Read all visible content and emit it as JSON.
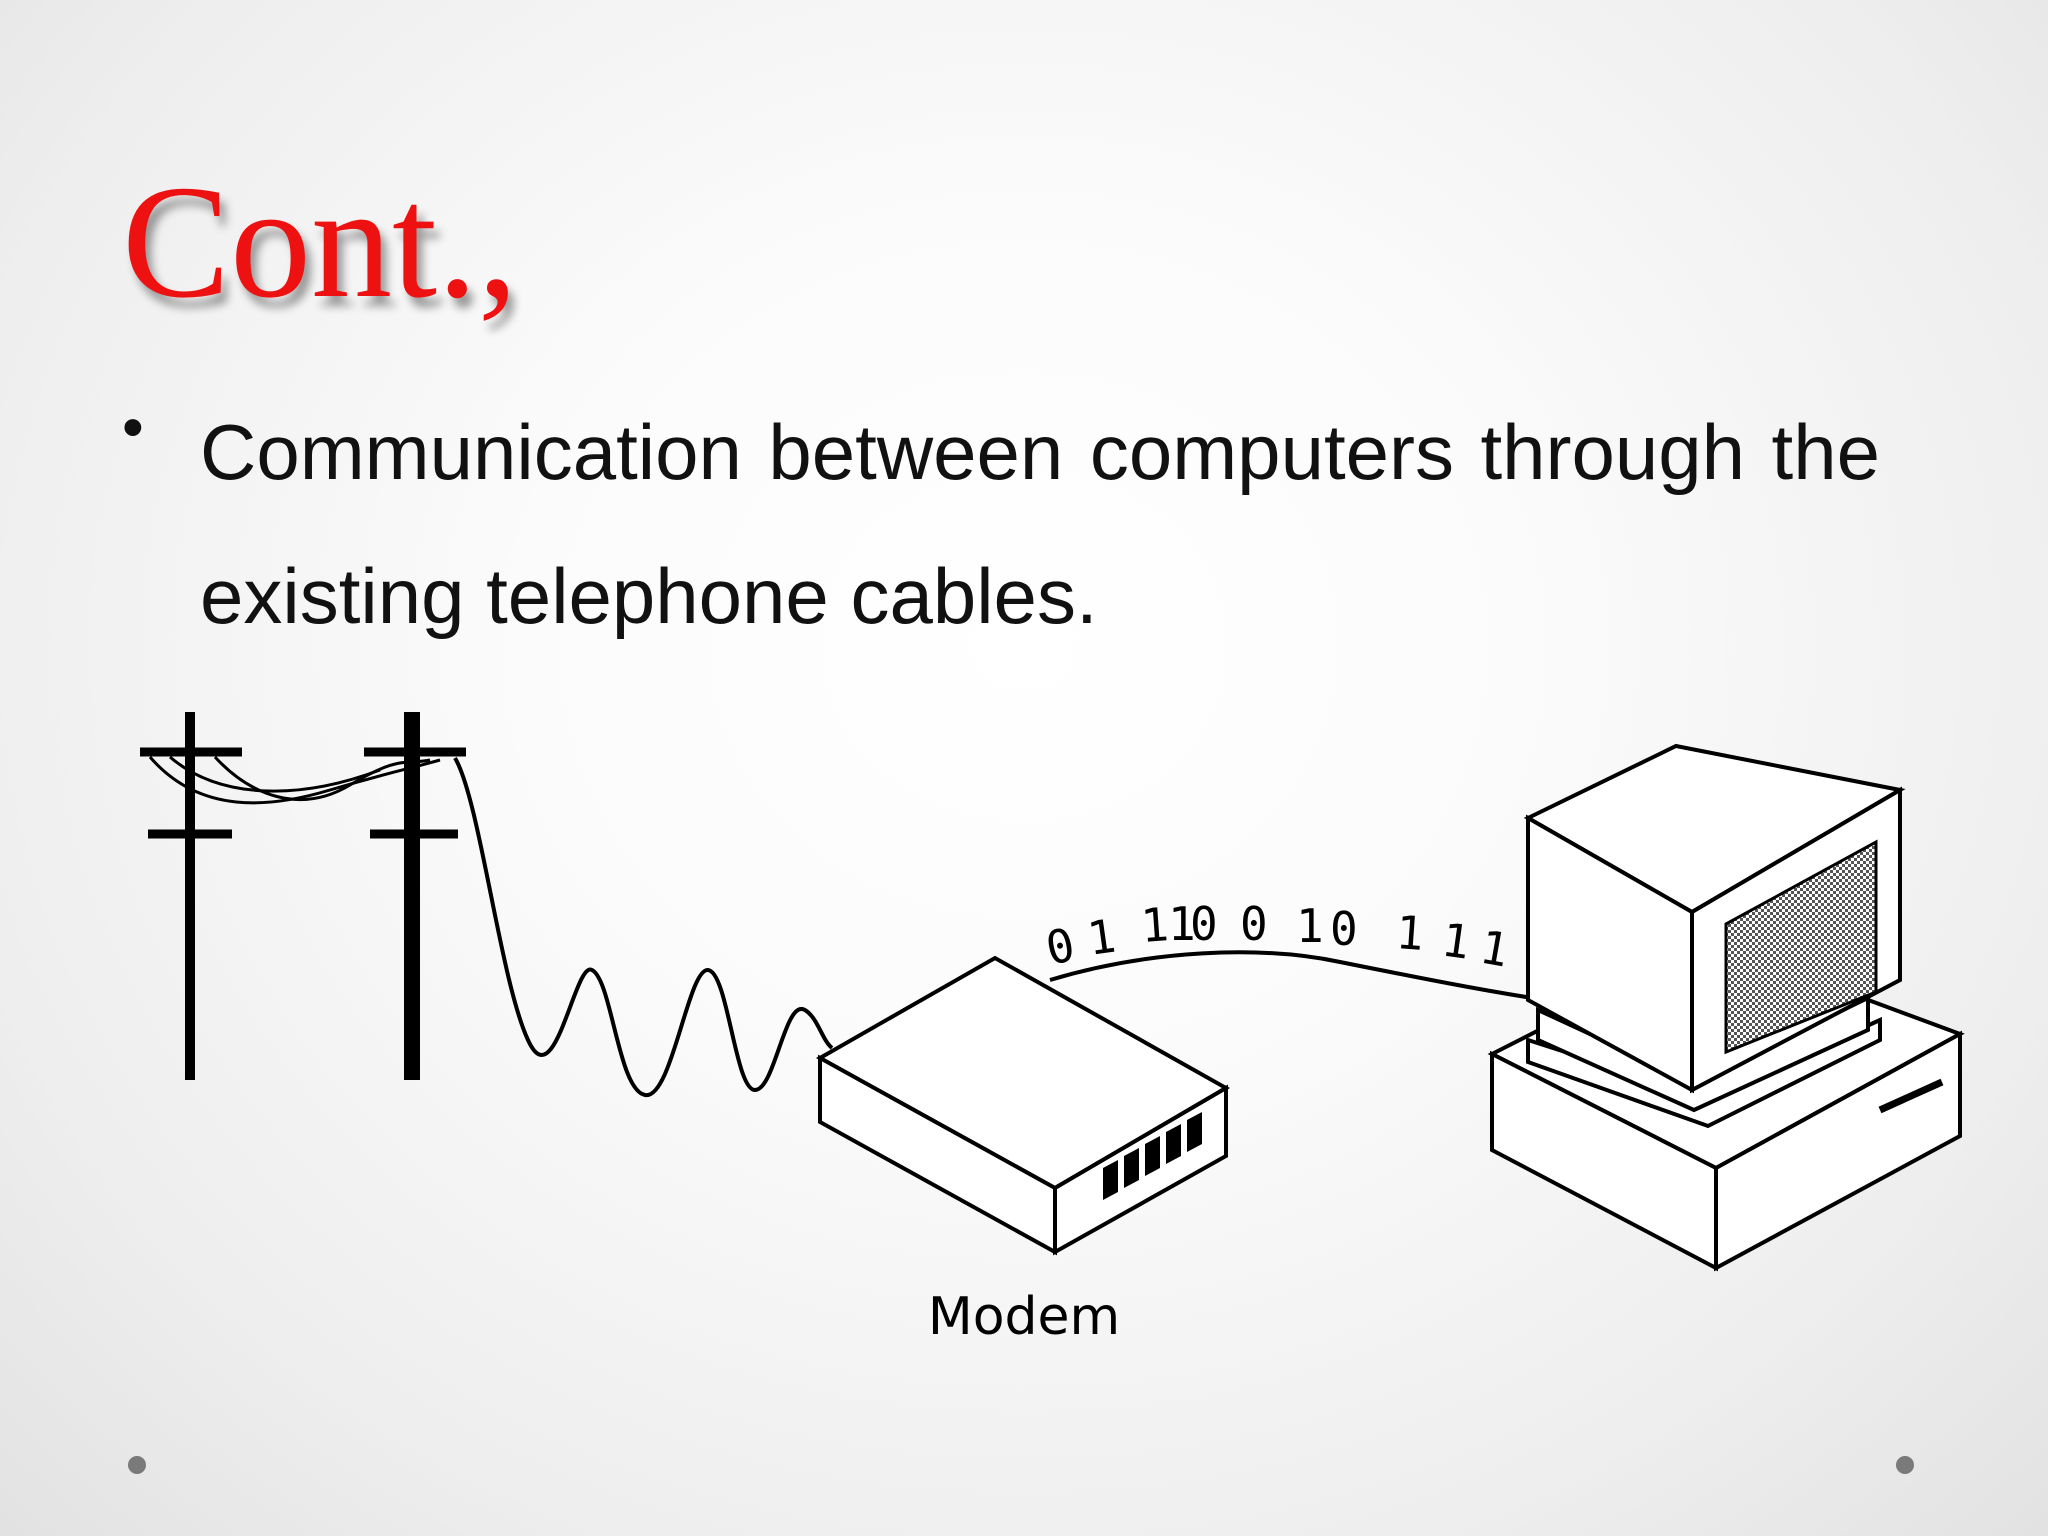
{
  "slide": {
    "title": "Cont.,",
    "title_color": "#ee1111",
    "bullet_marker": "•",
    "bullet_text": "Communication between computers through the existing telephone cables."
  },
  "diagram": {
    "binary_digits": [
      "0",
      "1",
      "1",
      "1",
      "0",
      "0",
      "1",
      "0",
      "1",
      "1",
      "1"
    ],
    "modem_label": "Modem",
    "icons": [
      "telephone-pole-icon",
      "telephone-pole-icon",
      "modem-icon",
      "computer-icon"
    ]
  }
}
